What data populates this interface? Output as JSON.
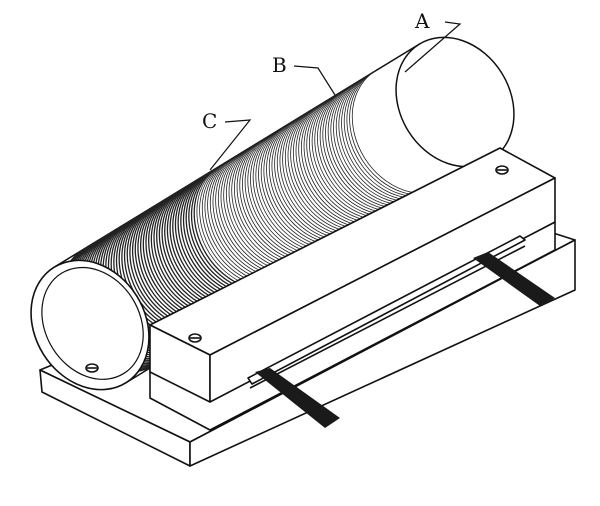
{
  "labels": {
    "a": "A",
    "b": "B",
    "c": "C"
  },
  "colors": {
    "ink": "#111111",
    "paper": "#ffffff",
    "winding": "#222222"
  }
}
